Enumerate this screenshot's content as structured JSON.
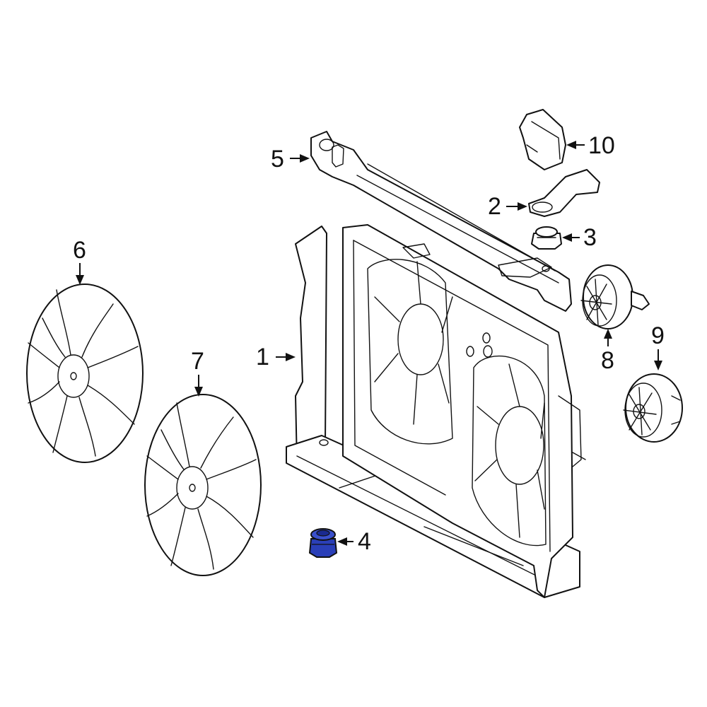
{
  "diagram": {
    "highlight_color": "#2a3fb8",
    "line_color": "#111111",
    "callouts": [
      {
        "id": "1",
        "label": "1",
        "part": "fan-shroud"
      },
      {
        "id": "2",
        "label": "2",
        "part": "bracket"
      },
      {
        "id": "3",
        "label": "3",
        "part": "grommet"
      },
      {
        "id": "4",
        "label": "4",
        "part": "grommet-highlighted"
      },
      {
        "id": "5",
        "label": "5",
        "part": "upper-support-bar"
      },
      {
        "id": "6",
        "label": "6",
        "part": "fan-blade-left"
      },
      {
        "id": "7",
        "label": "7",
        "part": "fan-blade-right"
      },
      {
        "id": "8",
        "label": "8",
        "part": "fan-motor-upper"
      },
      {
        "id": "9",
        "label": "9",
        "part": "fan-motor-lower"
      },
      {
        "id": "10",
        "label": "10",
        "part": "control-module"
      }
    ]
  }
}
